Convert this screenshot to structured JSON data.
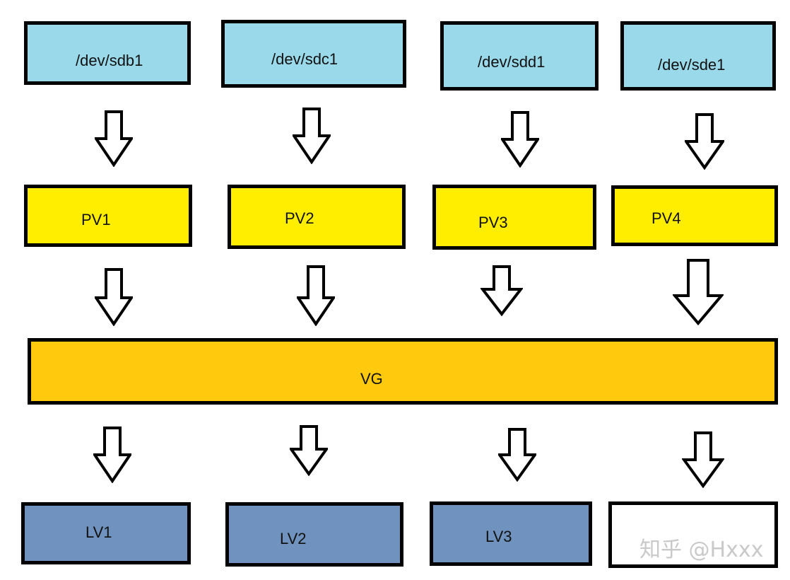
{
  "devices": [
    "/dev/sdb1",
    "/dev/sdc1",
    "/dev/sdd1",
    "/dev/sde1"
  ],
  "pvs": [
    "PV1",
    "PV2",
    "PV3",
    "PV4"
  ],
  "vg": "VG",
  "lvs": [
    "LV1",
    "LV2",
    "LV3"
  ],
  "watermark": "知乎 @Hxxx",
  "colors": {
    "device": "#99d9ea",
    "pv": "#ffee00",
    "vg": "#ffc90e",
    "lv": "#7092be",
    "border": "#000000"
  },
  "icons": {
    "arrow": "down-arrow-icon"
  }
}
